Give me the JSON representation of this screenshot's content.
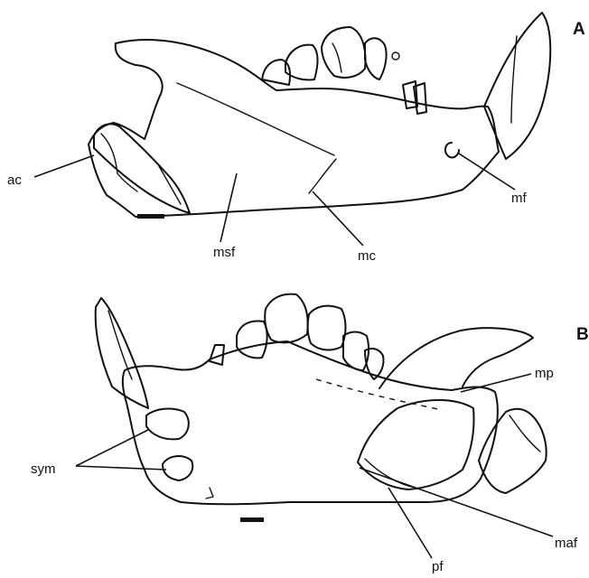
{
  "figure": {
    "panels": [
      {
        "id": "A",
        "label": "A",
        "labels": {
          "ac": "ac",
          "msf": "msf",
          "mc": "mc",
          "mf": "mf"
        }
      },
      {
        "id": "B",
        "label": "B",
        "labels": {
          "sym": "sym",
          "mp": "mp",
          "maf": "maf",
          "pf": "pf"
        }
      }
    ],
    "colors": {
      "line": "#111111",
      "background": "#ffffff"
    }
  }
}
